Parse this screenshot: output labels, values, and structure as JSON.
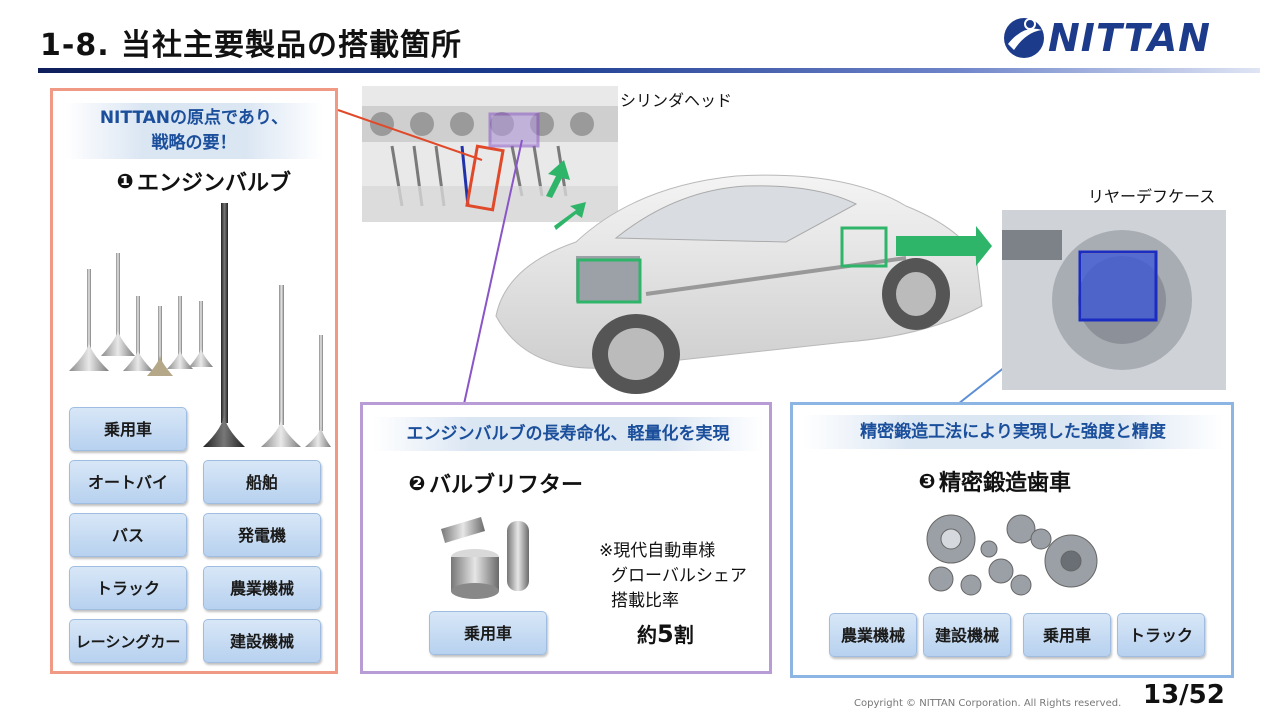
{
  "header": {
    "title": "1-8. 当社主要製品の搭載箇所",
    "logo_text": "NITTAN"
  },
  "left_panel": {
    "banner": [
      "NITTANの原点であり、",
      "戦略の要！"
    ],
    "number": "❶",
    "heading": "エンジンバルブ",
    "applications": [
      "乗用車",
      "オートバイ",
      "船舶",
      "バス",
      "発電機",
      "トラック",
      "農業機械",
      "レーシングカー",
      "建設機械"
    ]
  },
  "middle_panel": {
    "banner": "エンジンバルブの長寿命化、軽量化を実現",
    "number": "❷",
    "heading": "バルブリフター",
    "applications": [
      "乗用車"
    ],
    "note_lines": [
      "※現代自動車様",
      "グローバルシェア",
      "搭載比率"
    ],
    "share_prefix": "約",
    "share_value": "5",
    "share_suffix": "割"
  },
  "right_panel": {
    "banner": "精密鍛造工法により実現した強度と精度",
    "number": "❸",
    "heading": "精密鍛造歯車",
    "applications": [
      "農業機械",
      "建設機械",
      "乗用車",
      "トラック"
    ]
  },
  "illustrations": {
    "cylinder_head_label": "シリンダヘッド",
    "rear_diff_label": "リヤーデフケース"
  },
  "colors": {
    "accent_blue": "#1b4f9c",
    "left_border": "#f09a86",
    "mid_border": "#b79cd6",
    "right_border": "#8cb5e4",
    "highlight_green": "#2fb56a"
  },
  "footer": {
    "copyright": "Copyright © NITTAN Corporation. All Rights reserved.",
    "page": "13/52"
  }
}
